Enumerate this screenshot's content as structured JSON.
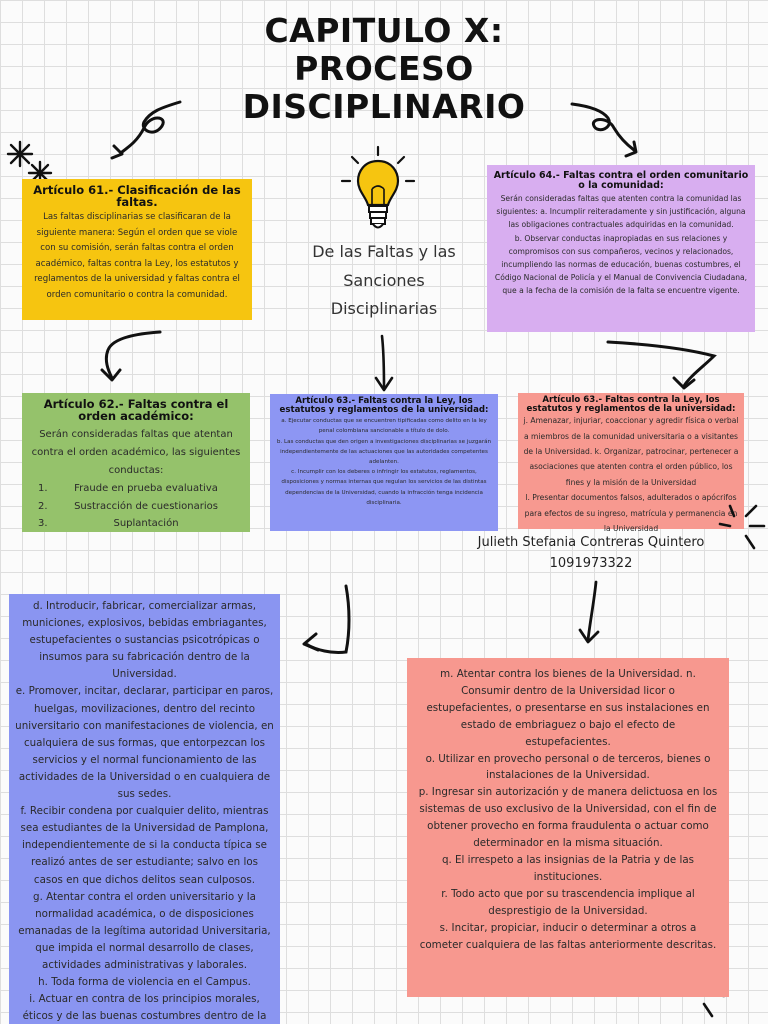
{
  "title": {
    "line1": "CAPITULO X:",
    "line2": "PROCESO",
    "line3": "DISCIPLINARIO"
  },
  "subtitle": "De las Faltas y las\nSanciones\nDisciplinarias",
  "author": {
    "name": "Julieth Stefania Contreras Quintero",
    "id": "1091973322"
  },
  "art61": {
    "heading": "Artículo 61.- Clasificación de las faltas.",
    "text": "Las faltas disciplinarias se clasificaran de la siguiente manera: Según el orden que se viole con su comisión, serán faltas contra el orden académico, faltas contra la Ley, los estatutos y reglamentos de la universidad y faltas contra el orden comunitario o contra la comunidad."
  },
  "art64": {
    "heading": "Artículo 64.- Faltas contra el orden comunitario o la comunidad:",
    "text": "Serán consideradas faltas que atenten contra la comunidad las siguientes: a. Incumplir reiteradamente y sin justificación, alguna las obligaciones contractuales adquiridas en la comunidad.\nb. Observar conductas inapropiadas en sus relaciones y compromisos con sus compañeros, vecinos y relacionados, incumpliendo las normas de educación, buenas costumbres, el Código Nacional de Policía y el Manual de Convivencia Ciudadana, que a la fecha de la comisión de la falta se encuentre vigente."
  },
  "art62": {
    "heading": "Artículo 62.- Faltas contra el orden académico:",
    "intro": "Serán consideradas faltas que atentan contra el orden académico, las siguientes conductas:",
    "items": [
      {
        "num": "1.",
        "text": "Fraude en prueba evaluativa"
      },
      {
        "num": "2.",
        "text": "Sustracción de cuestionarios"
      },
      {
        "num": "3.",
        "text": "Suplantación"
      }
    ]
  },
  "art63a": {
    "heading": "Artículo 63.- Faltas contra la Ley, los estatutos y reglamentos de la universidad:",
    "text": "a. Ejecutar conductas que se encuentren tipificadas como delito en la ley penal colombiana sancionable a título de dolo.\nb. Las conductas que den origen a investigaciones disciplinarias se juzgarán independientemente de las actuaciones que las autoridades competentes adelanten.\nc. Incumplir con los deberes o infringir los estatutos, reglamentos, disposiciones y normas internas que regulan los servicios de las distintas dependencias de la Universidad, cuando la infracción tenga incidencia disciplinaria."
  },
  "art63b": {
    "heading": "Artículo 63.- Faltas contra la Ley, los estatutos y reglamentos de la universidad:",
    "text": "j. Amenazar, injuriar, coaccionar y agredir física o verbal a miembros de la comunidad universitaria o a visitantes de la Universidad. k. Organizar, patrocinar, pertenecer a asociaciones que atenten contra el orden público, los fines y la misión de la Universidad\nl. Presentar documentos falsos, adulterados o apócrifos para efectos de su ingreso, matrícula y permanencia en la Universidad"
  },
  "blue_box": {
    "text": "d. Introducir, fabricar, comercializar armas, municiones, explosivos, bebidas embriagantes, estupefacientes o sustancias psicotrópicas o insumos para su fabricación dentro de la Universidad.\ne. Promover, incitar, declarar, participar en paros, huelgas, movilizaciones, dentro del recinto universitario con manifestaciones de violencia, en cualquiera de sus formas, que entorpezcan los servicios y el normal funcionamiento de las actividades de la Universidad o en cualquiera de sus sedes.\nf. Recibir condena por cualquier delito, mientras sea estudiantes de la Universidad de Pamplona, independientemente de si la conducta típica se realizó antes de ser estudiante; salvo en los casos en que dichos delitos sean culposos.\ng. Atentar contra el orden universitario y la normalidad académica, o de disposiciones emanadas de la legítima autoridad Universitaria, que impida el normal desarrollo de clases, actividades administrativas y laborales.\nh. Toda forma de violencia en el Campus.\ni. Actuar en contra de los principios morales, éticos y de las buenas costumbres dentro de la Universidad."
  },
  "pink_box": {
    "text": "m. Atentar contra los bienes de la Universidad. n. Consumir dentro de la Universidad licor o estupefacientes, o presentarse en sus instalaciones en estado de embriaguez o bajo el efecto de estupefacientes.\no. Utilizar en provecho personal o de terceros, bienes o instalaciones de la Universidad.\np. Ingresar sin autorización y de manera delictuosa en los sistemas de uso exclusivo de la Universidad, con el fin de obtener provecho en forma fraudulenta o actuar como determinador en la misma situación.\nq. El irrespeto a las insignias de la Patria y de las instituciones.\nr. Todo acto que por su trascendencia implique al desprestigio de la Universidad.\ns. Incitar, propiciar, inducir o determinar a otros a cometer cualquiera de las faltas anteriormente descritas."
  },
  "colors": {
    "yellow": "#f6c510",
    "purple": "#d8aef0",
    "green": "#95c26b",
    "blue": "#8d96f3",
    "salmon": "#f79990"
  },
  "icons": [
    "lightbulb-icon",
    "asterisk-icon",
    "sparkle-icon",
    "arrow-icon"
  ]
}
